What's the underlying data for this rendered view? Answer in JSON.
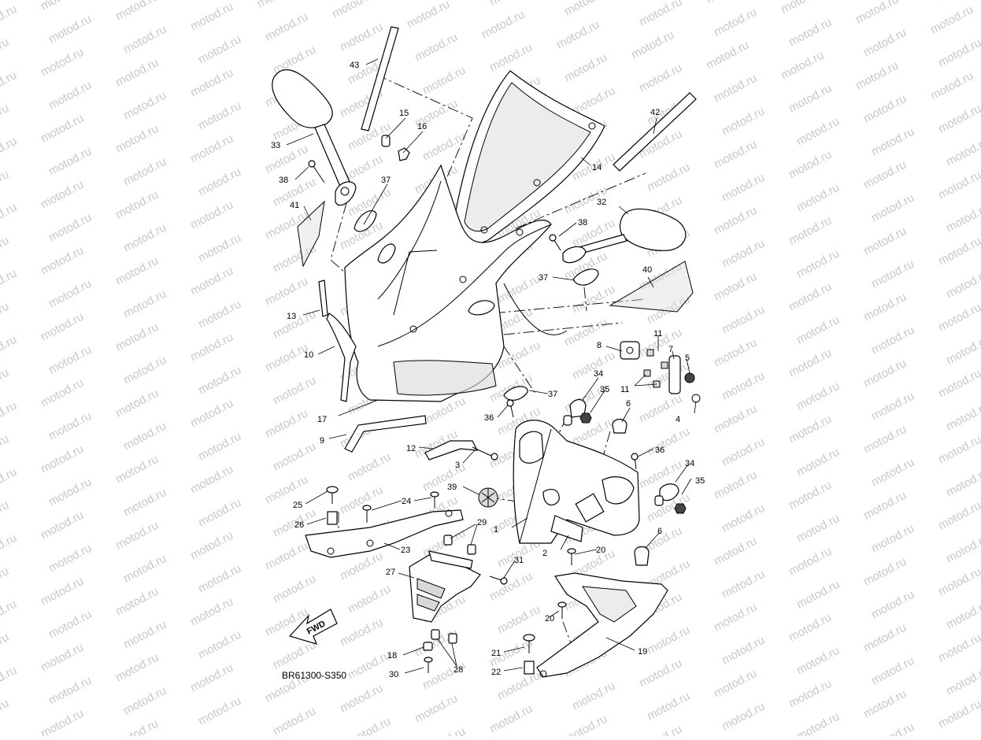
{
  "diagram": {
    "code_label": "BR61300-S350",
    "fwd_label": "FWD",
    "watermark": "motod.ru",
    "callouts": [
      "1",
      "2",
      "3",
      "4",
      "5",
      "6",
      "6",
      "7",
      "8",
      "9",
      "10",
      "11",
      "11",
      "12",
      "13",
      "14",
      "15",
      "16",
      "17",
      "18",
      "19",
      "20",
      "20",
      "21",
      "22",
      "23",
      "24",
      "25",
      "26",
      "27",
      "28",
      "29",
      "30",
      "31",
      "32",
      "33",
      "34",
      "34",
      "35",
      "35",
      "36",
      "36",
      "37",
      "37",
      "37",
      "38",
      "38",
      "39",
      "40",
      "41",
      "42",
      "43"
    ]
  }
}
